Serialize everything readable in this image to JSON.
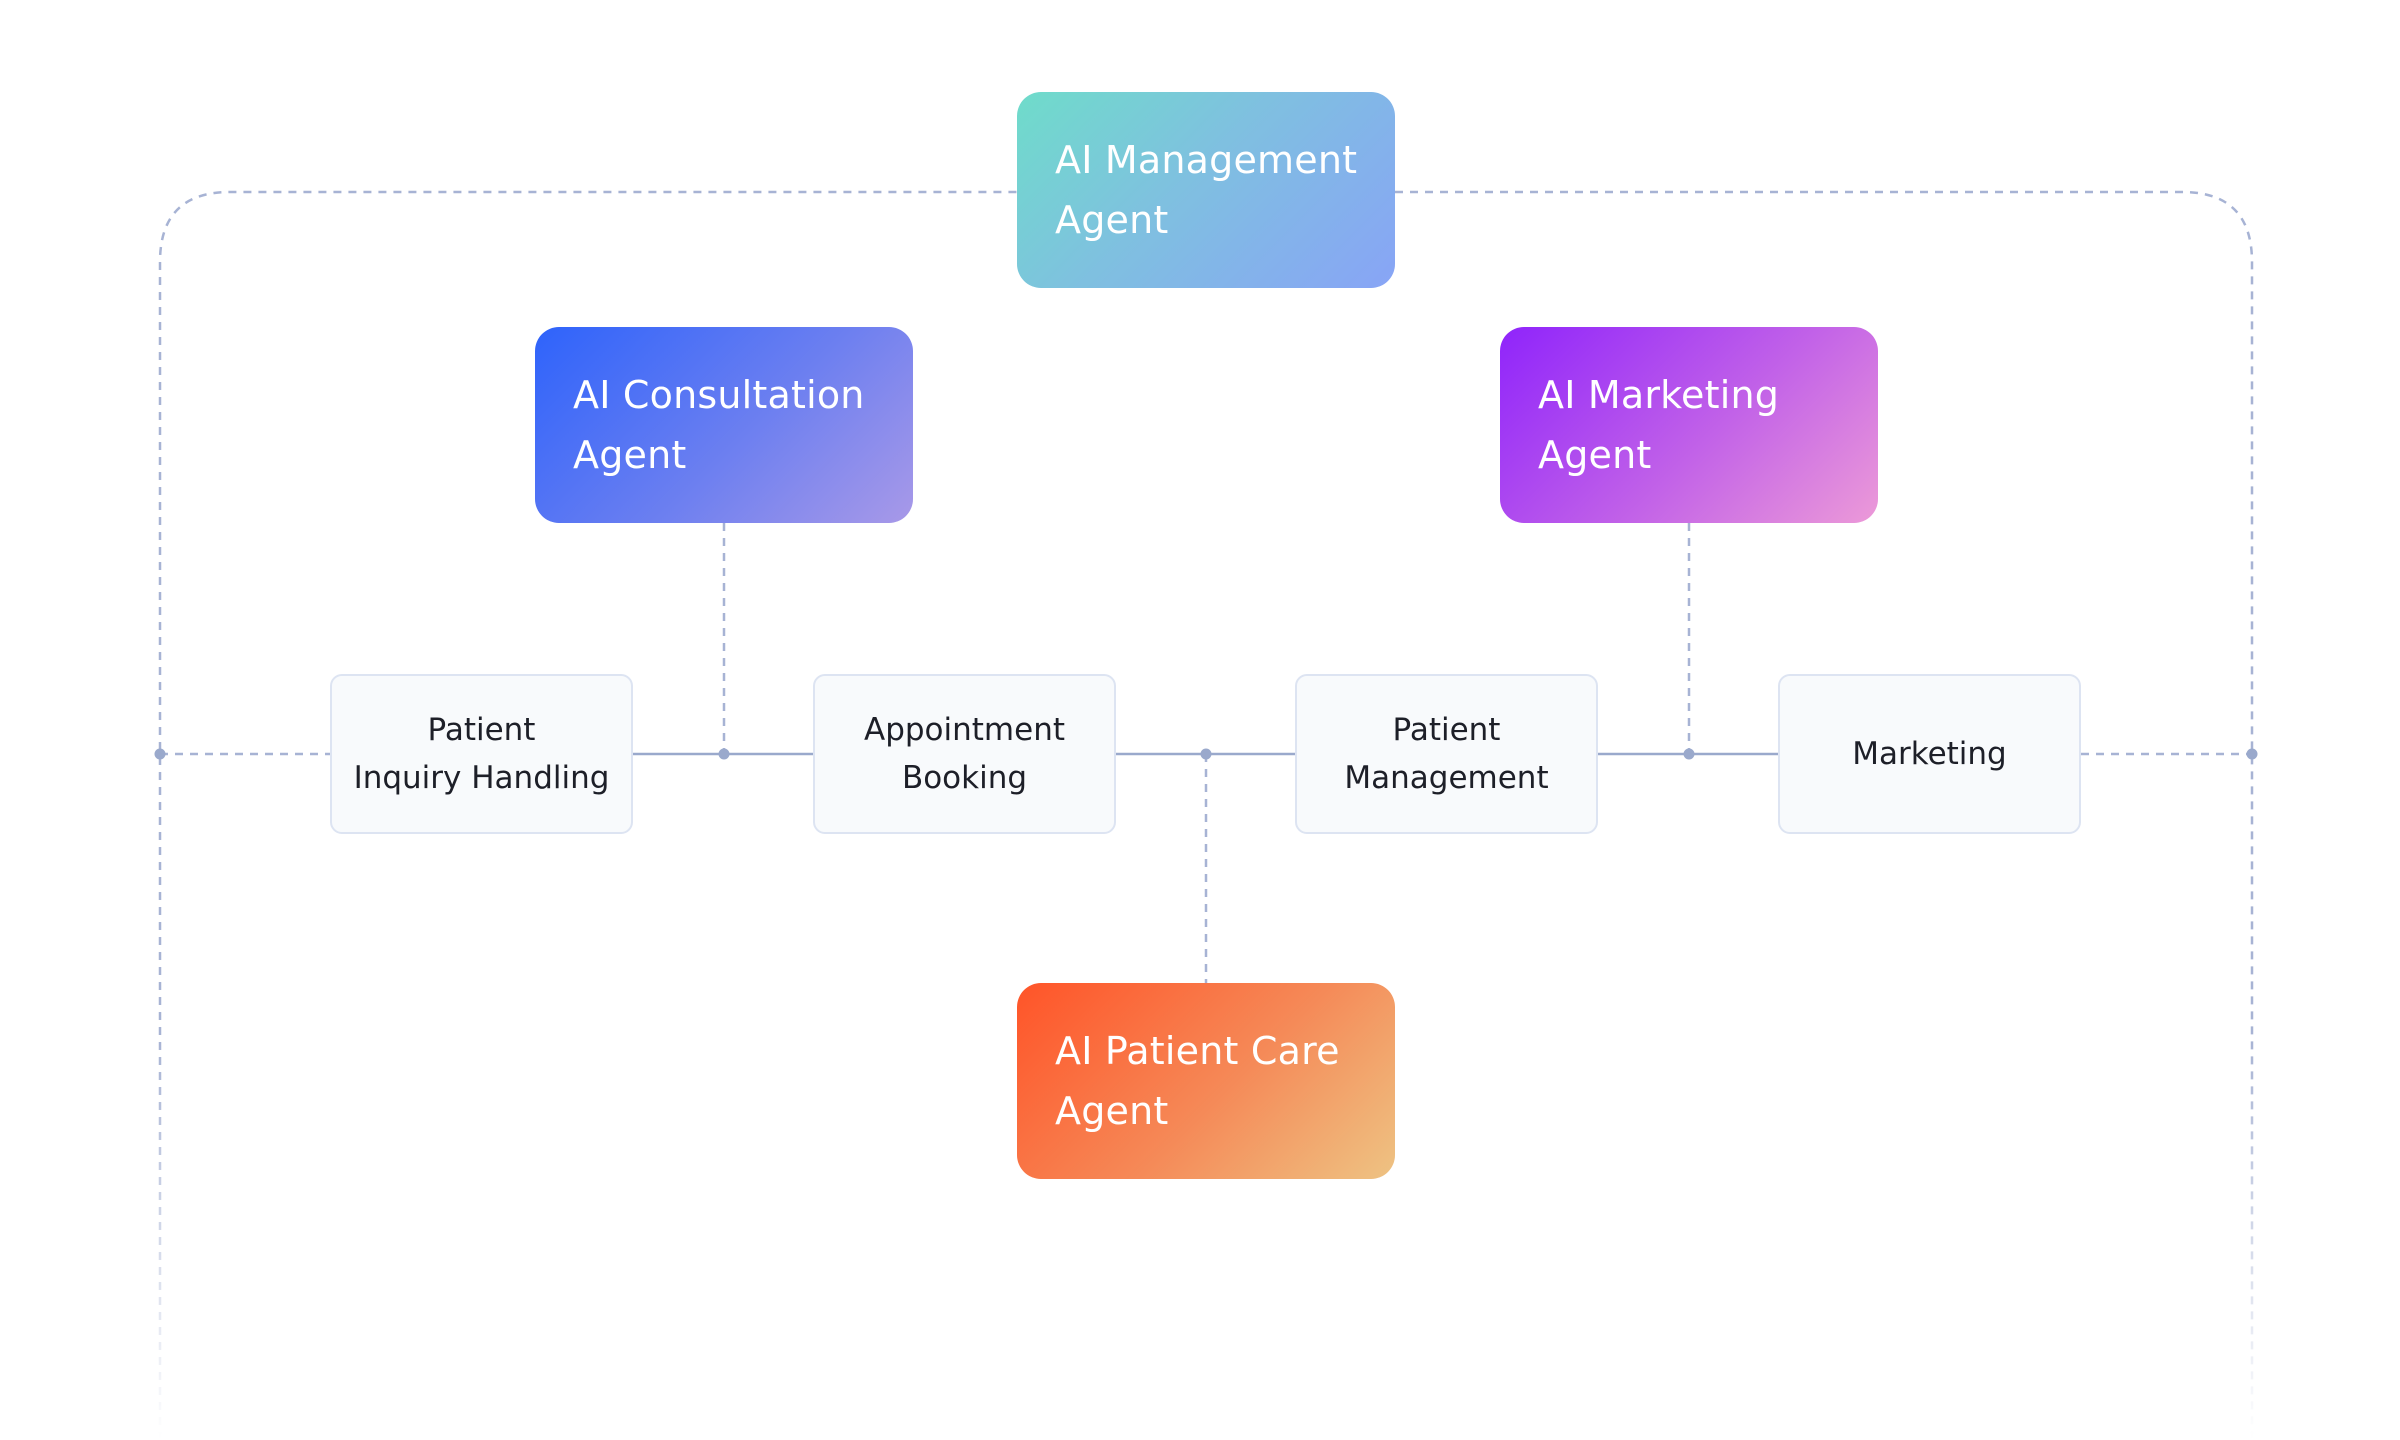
{
  "diagram": {
    "agents": {
      "management": {
        "line1": "AI Management",
        "line2": "Agent"
      },
      "consultation": {
        "line1": "AI Consultation",
        "line2": "Agent"
      },
      "marketing": {
        "line1": "AI Marketing",
        "line2": "Agent"
      },
      "patient_care": {
        "line1": "AI Patient Care",
        "line2": "Agent"
      }
    },
    "tasks": {
      "inquiry": {
        "line1": "Patient",
        "line2": "Inquiry Handling"
      },
      "booking": {
        "line1": "Appointment",
        "line2": "Booking"
      },
      "patient_management": {
        "line1": "Patient",
        "line2": "Management"
      },
      "marketing": {
        "line1": "Marketing"
      }
    },
    "colors": {
      "connector": "#9aa9cc",
      "dashed_border": "#a7b3d4",
      "task_border": "#dde4f2",
      "task_background": "#f8fafc",
      "management_gradient": [
        "#6fdcca",
        "#88a4f6"
      ],
      "consultation_gradient": [
        "#2e63fb",
        "#a899e8"
      ],
      "marketing_gradient": [
        "#8f24fb",
        "#ec9ad8"
      ],
      "patient_care_gradient": [
        "#ff5428",
        "#eec383"
      ]
    }
  }
}
